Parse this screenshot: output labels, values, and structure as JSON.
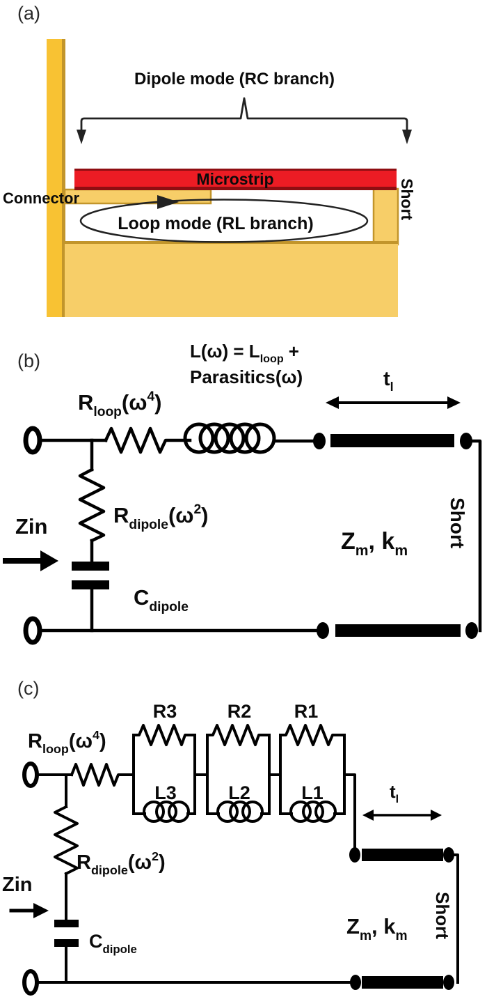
{
  "colors": {
    "gold": "#F8C233",
    "gold_light": "#F7CE68",
    "gold_dark": "#C2952B",
    "red": "#EC1C24",
    "red_dark": "#8E0E12",
    "ink": "#0b0b0b"
  },
  "panel_a": {
    "label": "(a)",
    "dipole_mode": "Dipole mode (RC branch)",
    "microstrip": "Microstrip",
    "connector": "Connector",
    "loop_mode": "Loop mode (RL branch)",
    "short": "Short"
  },
  "panel_b": {
    "label": "(b)",
    "inductance_line1": {
      "pre": "L(ω) = L",
      "sub": "loop",
      "post": "+"
    },
    "inductance_line2": "Parasitics(ω)",
    "r_loop": {
      "base": "R",
      "sub": "loop",
      "mid": "(ω",
      "sup": "4",
      "close": ")"
    },
    "r_dipole": {
      "base": "R",
      "sub": "dipole",
      "mid": "(ω",
      "sup": "2",
      "close": ")"
    },
    "c_dipole": {
      "base": "C",
      "sub": "dipole"
    },
    "zin": "Zin",
    "t_line": {
      "base": "t",
      "sub": "l"
    },
    "z_k": {
      "z": "Z",
      "z_sub": "m",
      "mid": ", k",
      "k_sub": "m"
    },
    "short": "Short"
  },
  "panel_c": {
    "label": "(c)",
    "r_labels": [
      "R3",
      "R2",
      "R1"
    ],
    "l_labels": [
      "L3",
      "L2",
      "L1"
    ],
    "r_loop": {
      "base": "R",
      "sub": "loop",
      "mid": "(ω",
      "sup": "4",
      "close": ")"
    },
    "r_dipole": {
      "base": "R",
      "sub": "dipole",
      "mid": "(ω",
      "sup": "2",
      "close": ")"
    },
    "c_dipole": {
      "base": "C",
      "sub": "dipole"
    },
    "zin": "Zin",
    "t_line": {
      "base": "t",
      "sub": "l"
    },
    "z_k": {
      "z": "Z",
      "z_sub": "m",
      "mid": ", k",
      "k_sub": "m"
    },
    "short": "Short"
  }
}
